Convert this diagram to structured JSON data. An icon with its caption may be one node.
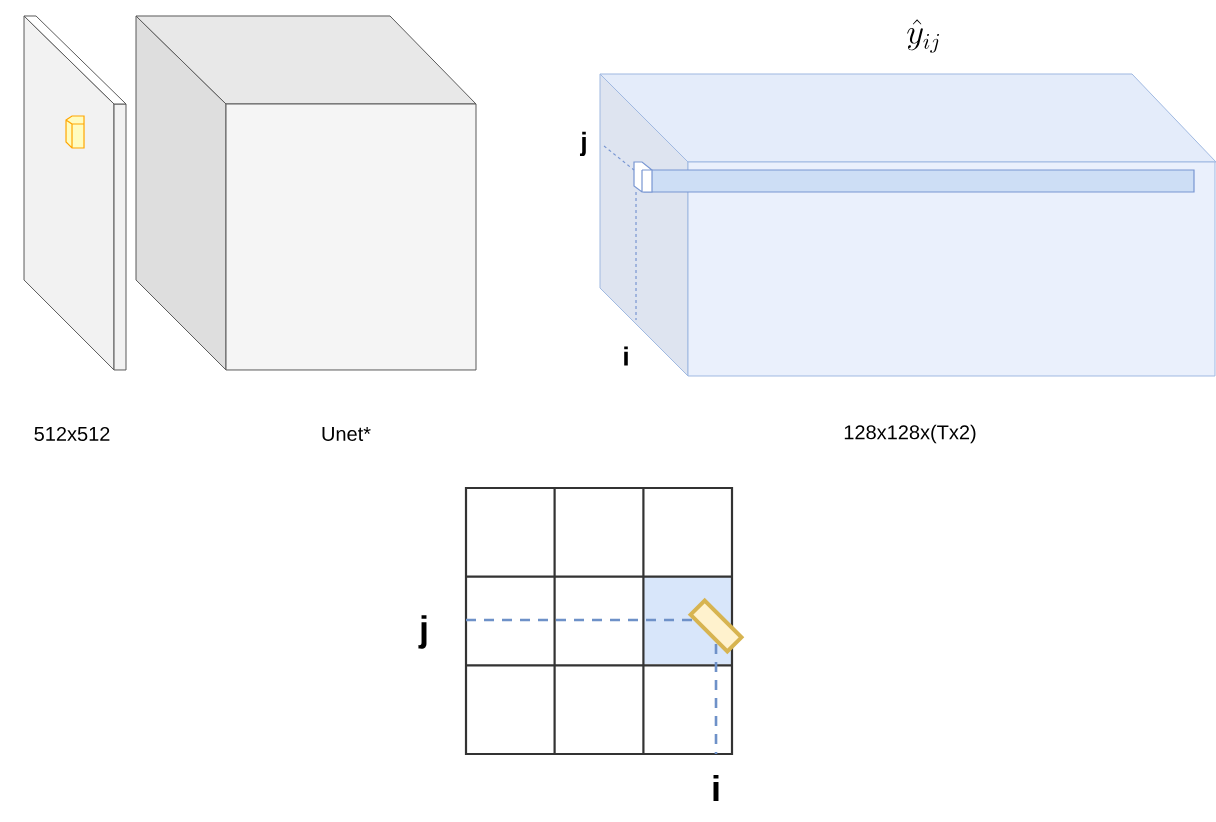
{
  "diagram": {
    "labels": [
      "\\hat{y}_{ij}",
      "j",
      "i",
      "512x512",
      "Unet*",
      "128x128x(Tx2)",
      "j",
      "i"
    ]
  }
}
